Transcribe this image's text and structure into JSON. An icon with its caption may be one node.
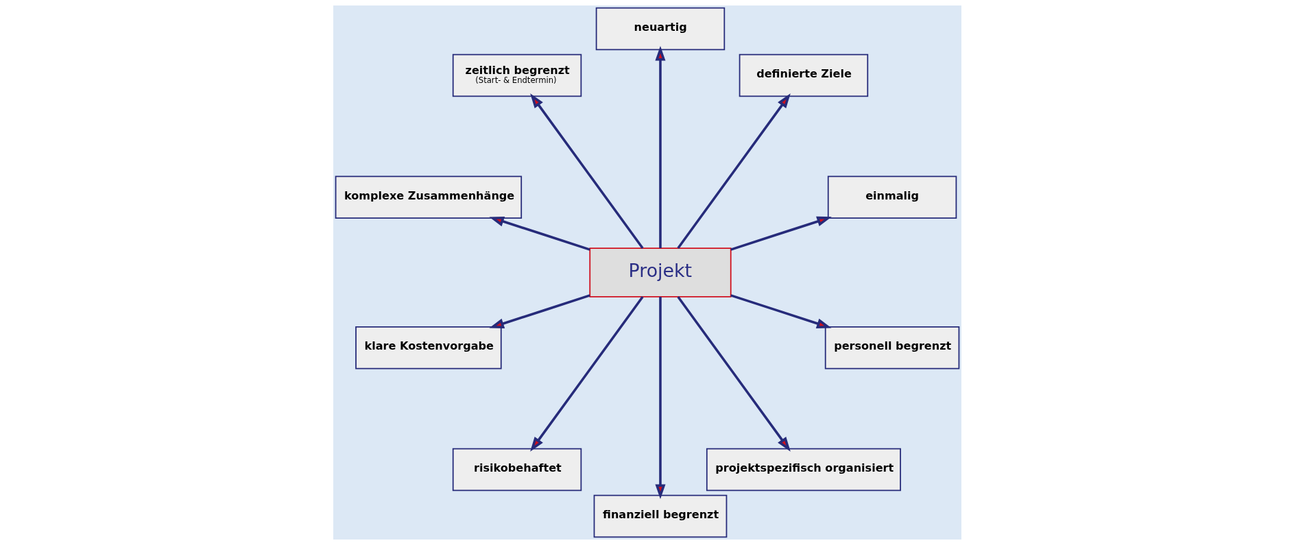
{
  "diagram": {
    "nodes": [
      {
        "text": [
          "Projekt"
        ]
      },
      {
        "text": [
          "einmalig"
        ]
      },
      {
        "text": [
          "definierte Ziele"
        ]
      },
      {
        "text": [
          "neuartig"
        ]
      },
      {
        "text": [
          "zeitlich begrenzt",
          "(Start- & Endtermin)"
        ]
      },
      {
        "text": [
          "komplexe Zusammenhänge"
        ]
      },
      {
        "text": [
          "klare Kostenvorgabe"
        ]
      },
      {
        "text": [
          "risikobehaftet"
        ]
      },
      {
        "text": [
          "finanziell begrenzt"
        ]
      },
      {
        "text": [
          "projektspezifisch organisiert"
        ]
      },
      {
        "text": [
          "personell begrenzt"
        ]
      }
    ],
    "edges": [
      {
        "from": 0,
        "to": 1,
        "arrow": "to"
      },
      {
        "from": 0,
        "to": 2,
        "arrow": "to"
      },
      {
        "from": 0,
        "to": 4,
        "arrow": "to"
      },
      {
        "from": 0,
        "to": 6,
        "arrow": "to"
      },
      {
        "from": 0,
        "to": 8,
        "arrow": "to"
      },
      {
        "from": 0,
        "to": 10,
        "arrow": "to"
      },
      {
        "from": 0,
        "to": 9,
        "arrow": "to"
      },
      {
        "from": 0,
        "to": 7,
        "arrow": "to"
      },
      {
        "from": 0,
        "to": 5,
        "arrow": "to"
      },
      {
        "from": 0,
        "to": 3,
        "arrow": "to"
      }
    ]
  }
}
